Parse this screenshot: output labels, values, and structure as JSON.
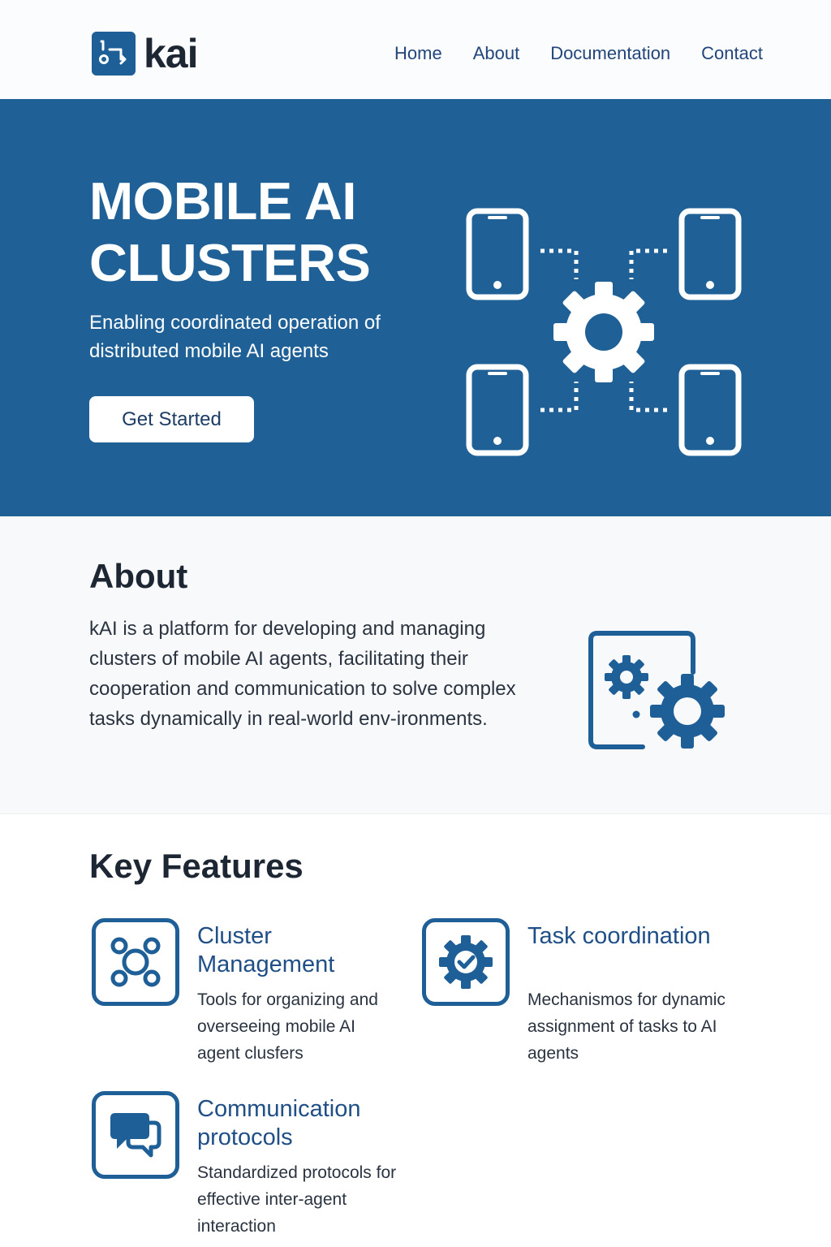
{
  "header": {
    "logo_text": "kai",
    "nav": [
      "Home",
      "About",
      "Documentation",
      "Contact"
    ]
  },
  "hero": {
    "title": "MOBILE AI CLUSTERS",
    "subtitle": "Enabling coordinated operation of distributed mobile AI agents",
    "cta_label": "Get Started"
  },
  "about": {
    "title": "About",
    "text": "kAI is a platform for developing and managing clusters of mobile AI agents, facilitating their cooperation and communication to solve complex tasks dynamically in real-world env-ironments."
  },
  "features": {
    "title": "Key Features",
    "items": [
      {
        "title": "Cluster Management",
        "description": "Tools for organizing and overseeing  mobile AI agent clusfers",
        "icon": "cluster-nodes-icon"
      },
      {
        "title": "Task coordination",
        "description": "Mechanismos for dynamic assignment of tasks to AI agents",
        "icon": "gear-check-icon"
      },
      {
        "title": "Communication protocols",
        "description": "Standardized protocols for effective inter-agent interaction",
        "icon": "chat-bubbles-icon"
      }
    ]
  },
  "colors": {
    "brand": "#1f5f97",
    "hero_background": "#1f6096",
    "heading": "#1d2733",
    "link": "#22457a"
  }
}
